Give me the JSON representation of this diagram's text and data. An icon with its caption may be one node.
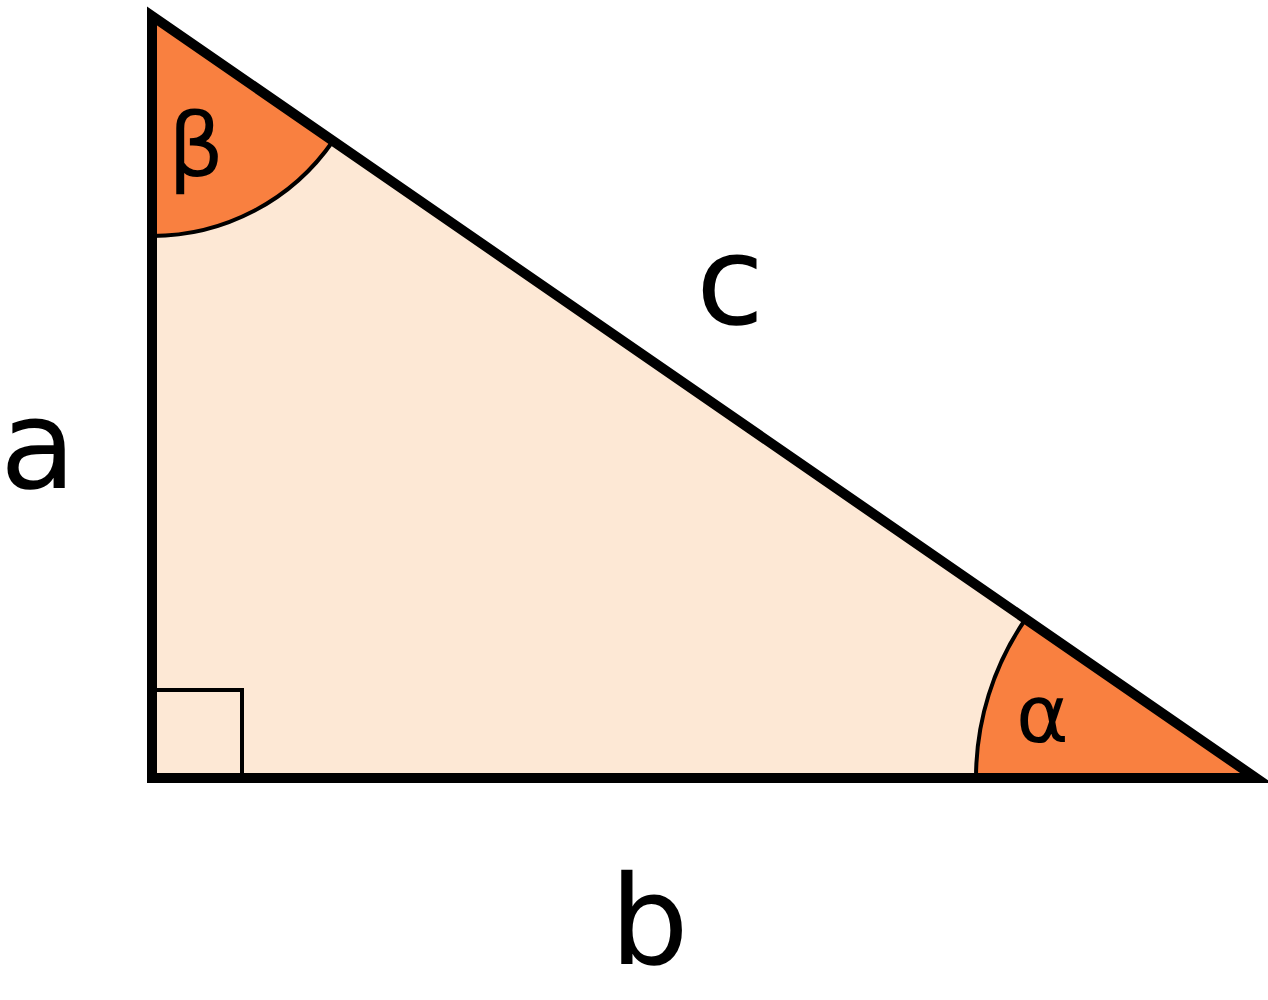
{
  "diagram": {
    "labels": [
      "β",
      "c",
      "a",
      "α",
      "b"
    ]
  }
}
